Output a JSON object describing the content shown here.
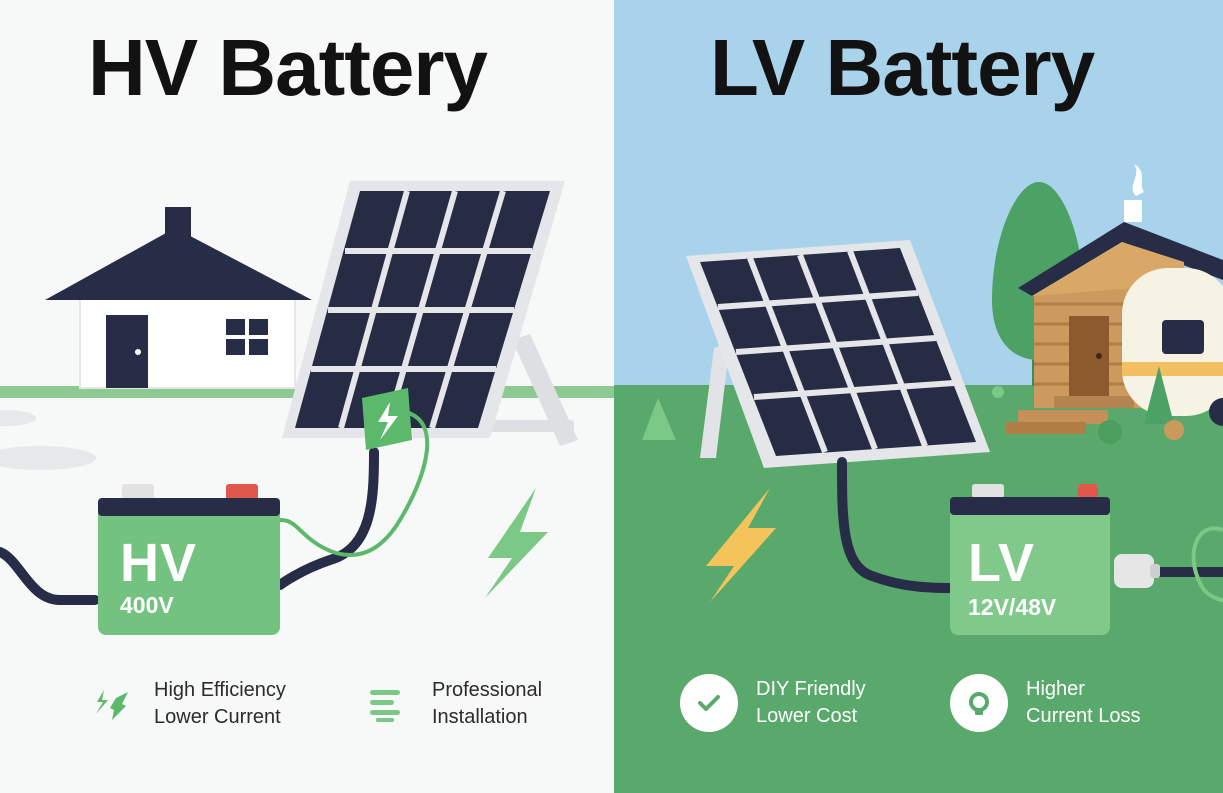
{
  "hv": {
    "title": "HV Battery",
    "battery_label": "HV",
    "battery_voltage": "400V",
    "features": [
      {
        "line1": "High Efficiency",
        "line2": "Lower Current",
        "icon": "plug-icon"
      },
      {
        "line1": "Professional",
        "line2": "Installation",
        "icon": "lines-icon"
      }
    ]
  },
  "lv": {
    "title": "LV Battery",
    "battery_label": "LV",
    "battery_voltage": "12V/48V",
    "features": [
      {
        "line1": "DIY Friendly",
        "line2": "Lower Cost",
        "icon": "check-icon"
      },
      {
        "line1": "Higher",
        "line2": "Current Loss",
        "icon": "loss-icon"
      }
    ]
  },
  "colors": {
    "hv_background": "#f7f8f8",
    "sky": "#a8d3ea",
    "grass": "#5aa96c",
    "battery_green": "#73c27f",
    "dark_navy": "#272c47",
    "accent_green": "#5cb96b",
    "bolt_yellow": "#f4c45a"
  }
}
